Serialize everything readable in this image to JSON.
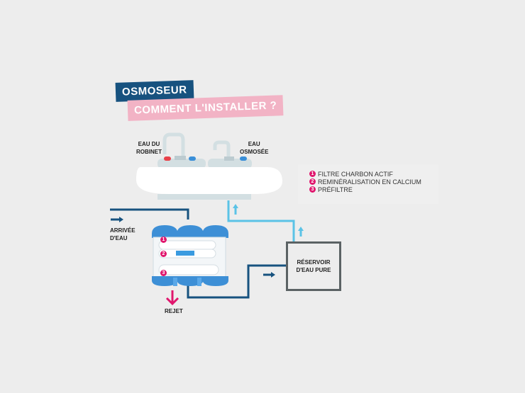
{
  "title": {
    "line1": "OSMOSEUR",
    "line2": "COMMENT L'INSTALLER ?"
  },
  "labels": {
    "tap_water_1": "EAU DU",
    "tap_water_2": "ROBINET",
    "osmo_1": "EAU",
    "osmo_2": "OSMOSÉE",
    "inlet_1": "ARRIVÉE",
    "inlet_2": "D'EAU",
    "reject": "REJET",
    "tank_1": "RÉSERVOIR",
    "tank_2": "D'EAU PURE"
  },
  "legend": [
    {
      "n": "1",
      "label": "FILTRE CHARBON ACTIF"
    },
    {
      "n": "2",
      "label": "REMINÉRALISATION EN CALCIUM"
    },
    {
      "n": "3",
      "label": "PRÉFILTRE"
    }
  ],
  "colors": {
    "navy": "#17527f",
    "pink": "#e0166d",
    "light_blue": "#5bc3e6",
    "filter_blue": "#3d8fd6"
  }
}
